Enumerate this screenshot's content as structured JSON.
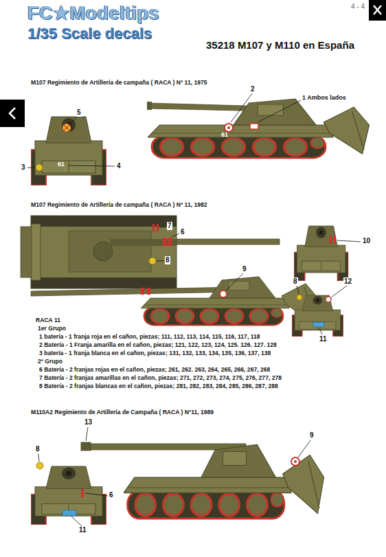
{
  "diagram": {
    "title": "35218 M107 y M110 en España",
    "labels": [
      "4 - 4",
      "FC★Modeltips",
      "1/35 Scale decals",
      "M107 Regimiento de Artillería de campaña ( RACA ) Nº 11, 1975",
      "2",
      "1 Ambos lados",
      "5",
      "3",
      "4",
      "61",
      "61",
      "M107 Regimiento de Artillería de campaña ( RACA ) Nº 11, 1982",
      "7",
      "6",
      "8",
      "9",
      "10",
      "8",
      "12",
      "11",
      "RACA 11",
      "1er Grupo",
      "1 batería - 1 franja roja en el cañon, piezas; 111, 112, 113, 114, 115, 116, 117, 118",
      "2 Batería - 1 Franja amarilla en el cañon, piezas; 121, 122, 123, 124, 125. 126. 127. 128",
      "3 batería - 1 franja blanca en el cañon, piezas; 131, 132, 133, 134, 135, 136, 137, 138",
      "2º Grupo",
      "6 Batería - 2 franjas rojas en el cañon, piezas; 261, 262. 263, 264, 265, 266, 267, 268",
      "7 Batería - 2 franjas amarillas en el cañon, piezas; 271, 272, 273, 274, 275, 276, 277, 278",
      "8 Batería - 2 franjas blancas en el cañon, piezas; 281, 282, 283, 284, 285, 286, 287, 288",
      "M110A2 Regimiento de Artillería de Campaña ( RACA ) Nº11, 1989",
      "13",
      "9",
      "8",
      "6",
      "11"
    ]
  }
}
